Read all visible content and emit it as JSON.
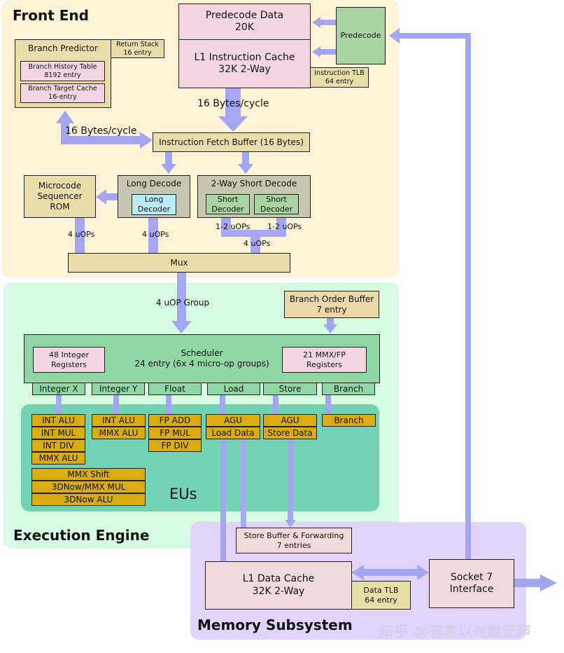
{
  "regions": {
    "front_end": "Front End",
    "execution_engine": "Execution Engine",
    "memory_subsystem": "Memory Subsystem",
    "eus": "EUs"
  },
  "front_end": {
    "branch_predictor": {
      "title": "Branch Predictor",
      "history_table": [
        "Branch History Table",
        "8192 entry"
      ],
      "target_cache": [
        "Branch Target Cache",
        "16-entry"
      ]
    },
    "return_stack": [
      "Return Stack",
      "16 entry"
    ],
    "predecode_data": [
      "Predecode Data",
      "20K"
    ],
    "l1_icache": [
      "L1 Instruction Cache",
      "32K 2-Way"
    ],
    "predecode": "Predecode",
    "instruction_tlb": [
      "Instruction TLB",
      "64 entry"
    ],
    "bw_icache": "16 Bytes/cycle",
    "bw_branch": "16 Bytes/cycle",
    "fetch_buffer": "Instruction Fetch Buffer (16 Bytes)",
    "microcode": [
      "Microcode",
      "Sequencer",
      "ROM"
    ],
    "long_decode": {
      "title": "Long Decode",
      "decoder": [
        "Long",
        "Decoder"
      ]
    },
    "short_decode": {
      "title": "2-Way Short Decode",
      "decoders": [
        [
          "Short",
          "Decoder"
        ],
        [
          "Short",
          "Decoder"
        ]
      ]
    },
    "uops_microcode": "4 uOPs",
    "uops_long": "4 uOPs",
    "uops_short_1": "1-2 uOPs",
    "uops_short_2": "1-2 uOPs",
    "uops_short_total": "4 uOPs",
    "mux": "Mux"
  },
  "execution": {
    "uop_group": "4 uOP Group",
    "branch_order_buffer": [
      "Branch Order Buffer",
      "7 entry"
    ],
    "scheduler": [
      "Scheduler",
      "24 entry (6x 4 micro-op groups)"
    ],
    "int_registers": [
      "48 Integer",
      "Registers"
    ],
    "fp_registers": [
      "21 MMX/FP",
      "Registers"
    ],
    "ports": [
      "Integer X",
      "Integer Y",
      "Float",
      "Load",
      "Store",
      "Branch"
    ],
    "units": {
      "integer_x": [
        "INT ALU",
        "INT MUL",
        "INT DIV",
        "MMX ALU"
      ],
      "integer_y": [
        "INT ALU",
        "MMX ALU"
      ],
      "float": [
        "FP ADD",
        "FP MUL",
        "FP DIV"
      ],
      "load": [
        "AGU",
        "Load Data"
      ],
      "store": [
        "AGU",
        "Store Data"
      ],
      "branch": [
        "Branch"
      ],
      "shared": [
        "MMX Shift",
        "3DNow/MMX MUL",
        "3DNow ALU"
      ]
    }
  },
  "memory": {
    "store_buffer": [
      "Store Buffer & Forwarding",
      "7 entries"
    ],
    "l1_dcache": [
      "L1 Data Cache",
      "32K 2-Way"
    ],
    "data_tlb": [
      "Data TLB",
      "64 entry"
    ],
    "socket": [
      "Socket 7",
      "Interface"
    ]
  },
  "watermark": "知乎 @有言以对默无声",
  "colors": {
    "flow_arrow": "#a4a6f2",
    "front_end_bg": "#fdf3d6",
    "execution_bg": "#d7fbe2",
    "eu_bg": "#72d3b4",
    "memory_bg": "#e2d4fb"
  }
}
